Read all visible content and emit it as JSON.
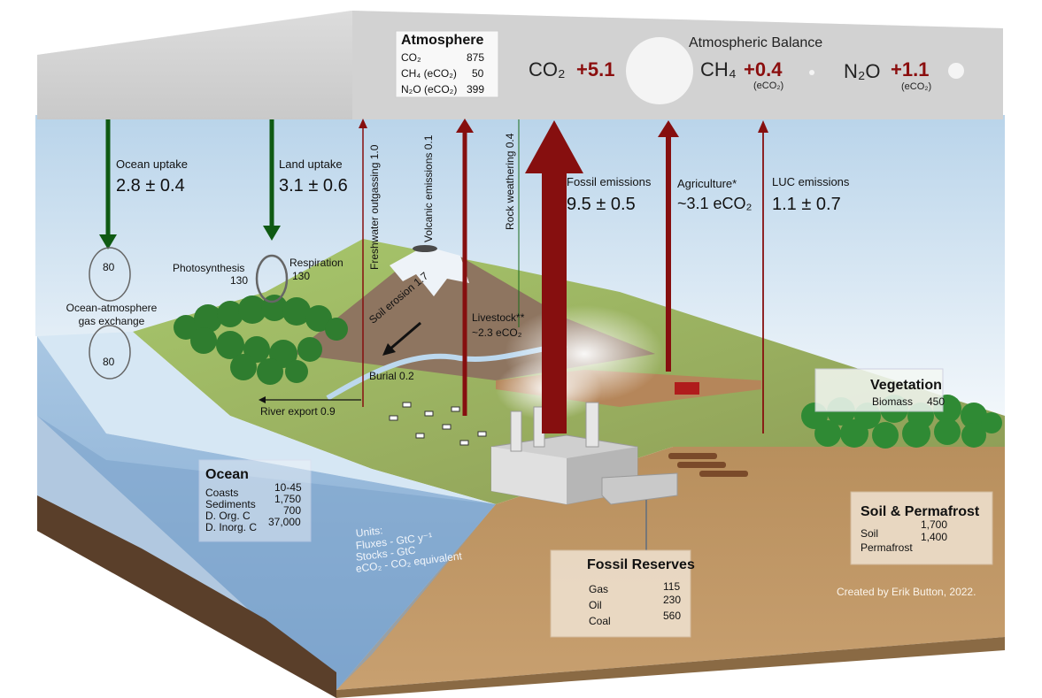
{
  "atmosphere_box": {
    "title": "Atmosphere",
    "rows": [
      {
        "label": "CO₂",
        "value": "875"
      },
      {
        "label": "CH₄ (eCO₂)",
        "value": "50"
      },
      {
        "label": "N₂O (eCO₂)",
        "value": "399"
      }
    ]
  },
  "balance": {
    "title": "Atmospheric Balance",
    "co2_label": "CO₂",
    "co2_value": "+5.1",
    "ch4_label": "CH₄",
    "ch4_value": "+0.4",
    "ch4_unit": "(eCO₂)",
    "n2o_label": "N₂O",
    "n2o_value": "+1.1",
    "n2o_unit": "(eCO₂)"
  },
  "fluxes": {
    "ocean_uptake_label": "Ocean uptake",
    "ocean_uptake_value": "2.8 ± 0.4",
    "land_uptake_label": "Land uptake",
    "land_uptake_value": "3.1 ± 0.6",
    "fossil_label": "Fossil emissions",
    "fossil_value": "9.5 ± 0.5",
    "agriculture_label": "Agriculture*",
    "agriculture_value": "~3.1 eCO₂",
    "luc_label": "LUC emissions",
    "luc_value": "1.1 ± 0.7",
    "freshwater": "Freshwater outgassing 1.0",
    "volcanic": "Volcanic emissions 0.1",
    "rock": "Rock weathering 0.4",
    "soil_erosion": "Soil erosion 1.7",
    "livestock_label": "Livestock**",
    "livestock_value": "~2.3 eCO₂",
    "burial": "Burial 0.2",
    "river_export": "River export 0.9",
    "ocean_cycle_top": "80",
    "ocean_cycle_bottom": "80",
    "ocean_cycle_label": "Ocean-atmosphere gas exchange",
    "photosynthesis_label": "Photosynthesis",
    "photosynthesis_value": "130",
    "respiration_label": "Respiration",
    "respiration_value": "130"
  },
  "ocean_box": {
    "title": "Ocean",
    "rows": [
      {
        "label": "Coasts",
        "value": "10-45"
      },
      {
        "label": "Sediments",
        "value": "1,750"
      },
      {
        "label": "D. Org. C",
        "value": "700"
      },
      {
        "label": "D. Inorg. C",
        "value": "37,000"
      }
    ]
  },
  "units": {
    "title": "Units:",
    "lines": [
      "Fluxes - GtC y⁻¹",
      "Stocks - GtC",
      "eCO₂ - CO₂ equivalent"
    ]
  },
  "fossil_box": {
    "title": "Fossil Reserves",
    "rows": [
      {
        "label": "Gas",
        "value": "115"
      },
      {
        "label": "Oil",
        "value": "230"
      },
      {
        "label": "Coal",
        "value": "560"
      }
    ]
  },
  "soil_box": {
    "title": "Soil & Permafrost",
    "rows": [
      {
        "label": "Soil",
        "value": "1,700"
      },
      {
        "label": "Permafrost",
        "value": "1,400"
      }
    ]
  },
  "vegetation_box": {
    "title": "Vegetation",
    "rows": [
      {
        "label": "Biomass",
        "value": "450"
      }
    ]
  },
  "credit": "Created by Erik Button, 2022.",
  "colors": {
    "uptake_green": "#0f5a13",
    "emission_red": "#860f0f",
    "balance_red": "#8b0e0e",
    "ocean": "#8fb4d6",
    "soil": "#b48a5a",
    "land": "#9bbd63",
    "sky": "#cfe3f2",
    "atmosphere_band": "#d5d5d5"
  }
}
